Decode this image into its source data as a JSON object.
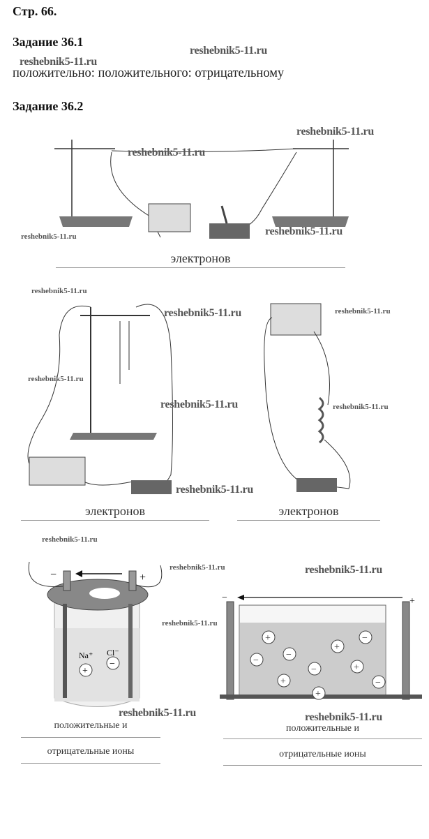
{
  "page_label": "Стр. 66.",
  "tasks": [
    {
      "title": "Задание 36.1",
      "answer": "положительно: положительного: отрицательному"
    },
    {
      "title": "Задание 36.2",
      "answers": [
        "электронов",
        "электронов",
        "электронов",
        "положительные и",
        "отрицательные ионы",
        "положительные и",
        "отрицательные ионы"
      ]
    }
  ],
  "watermark": "reshebnik5-11.ru",
  "figure_labels": {
    "na": "Na⁺",
    "cl": "Cl⁻",
    "minus": "−",
    "plus": "+"
  }
}
